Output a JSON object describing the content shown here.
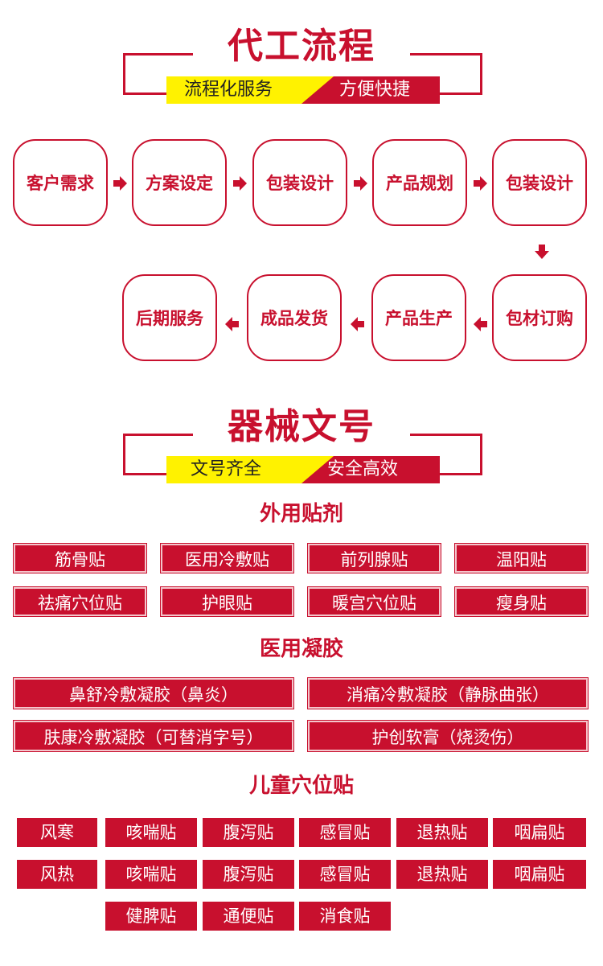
{
  "process": {
    "title": "代工流程",
    "banner_left": "流程化服务",
    "banner_right": "方便快捷",
    "row1": [
      "客户需求",
      "方案设定",
      "包装设计",
      "产品规划",
      "包装设计"
    ],
    "row2": [
      "后期服务",
      "成品发货",
      "产品生产",
      "包材订购"
    ]
  },
  "license": {
    "title": "器械文号",
    "banner_left": "文号齐全",
    "banner_right": "安全高效"
  },
  "external": {
    "title": "外用贴剂",
    "items": [
      "筋骨贴",
      "医用冷敷贴",
      "前列腺贴",
      "温阳贴",
      "祛痛穴位贴",
      "护眼贴",
      "暖宫穴位贴",
      "瘦身贴"
    ]
  },
  "gel": {
    "title": "医用凝胶",
    "items": [
      "鼻舒冷敷凝胶（鼻炎）",
      "消痛冷敷凝胶（静脉曲张）",
      "肤康冷敷凝胶（可替消字号）",
      "护创软膏（烧烫伤）"
    ]
  },
  "children": {
    "title": "儿童穴位贴",
    "row1": [
      "风寒",
      "咳喘贴",
      "腹泻贴",
      "感冒贴",
      "退热贴",
      "咽扁贴"
    ],
    "row2": [
      "风热",
      "咳喘贴",
      "腹泻贴",
      "感冒贴",
      "退热贴",
      "咽扁贴"
    ],
    "row3": [
      "健脾贴",
      "通便贴",
      "消食贴"
    ]
  },
  "colors": {
    "accent": "#c8102e",
    "highlight": "#fff200"
  }
}
